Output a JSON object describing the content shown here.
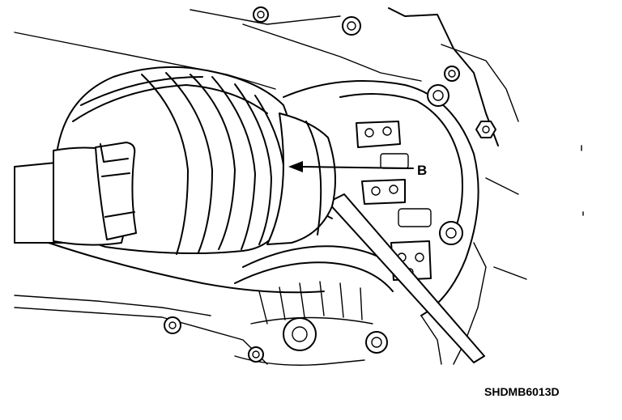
{
  "diagram": {
    "callouts": [
      {
        "id": "B",
        "label": "B"
      }
    ],
    "figure_code": "SHDMB6013D"
  }
}
